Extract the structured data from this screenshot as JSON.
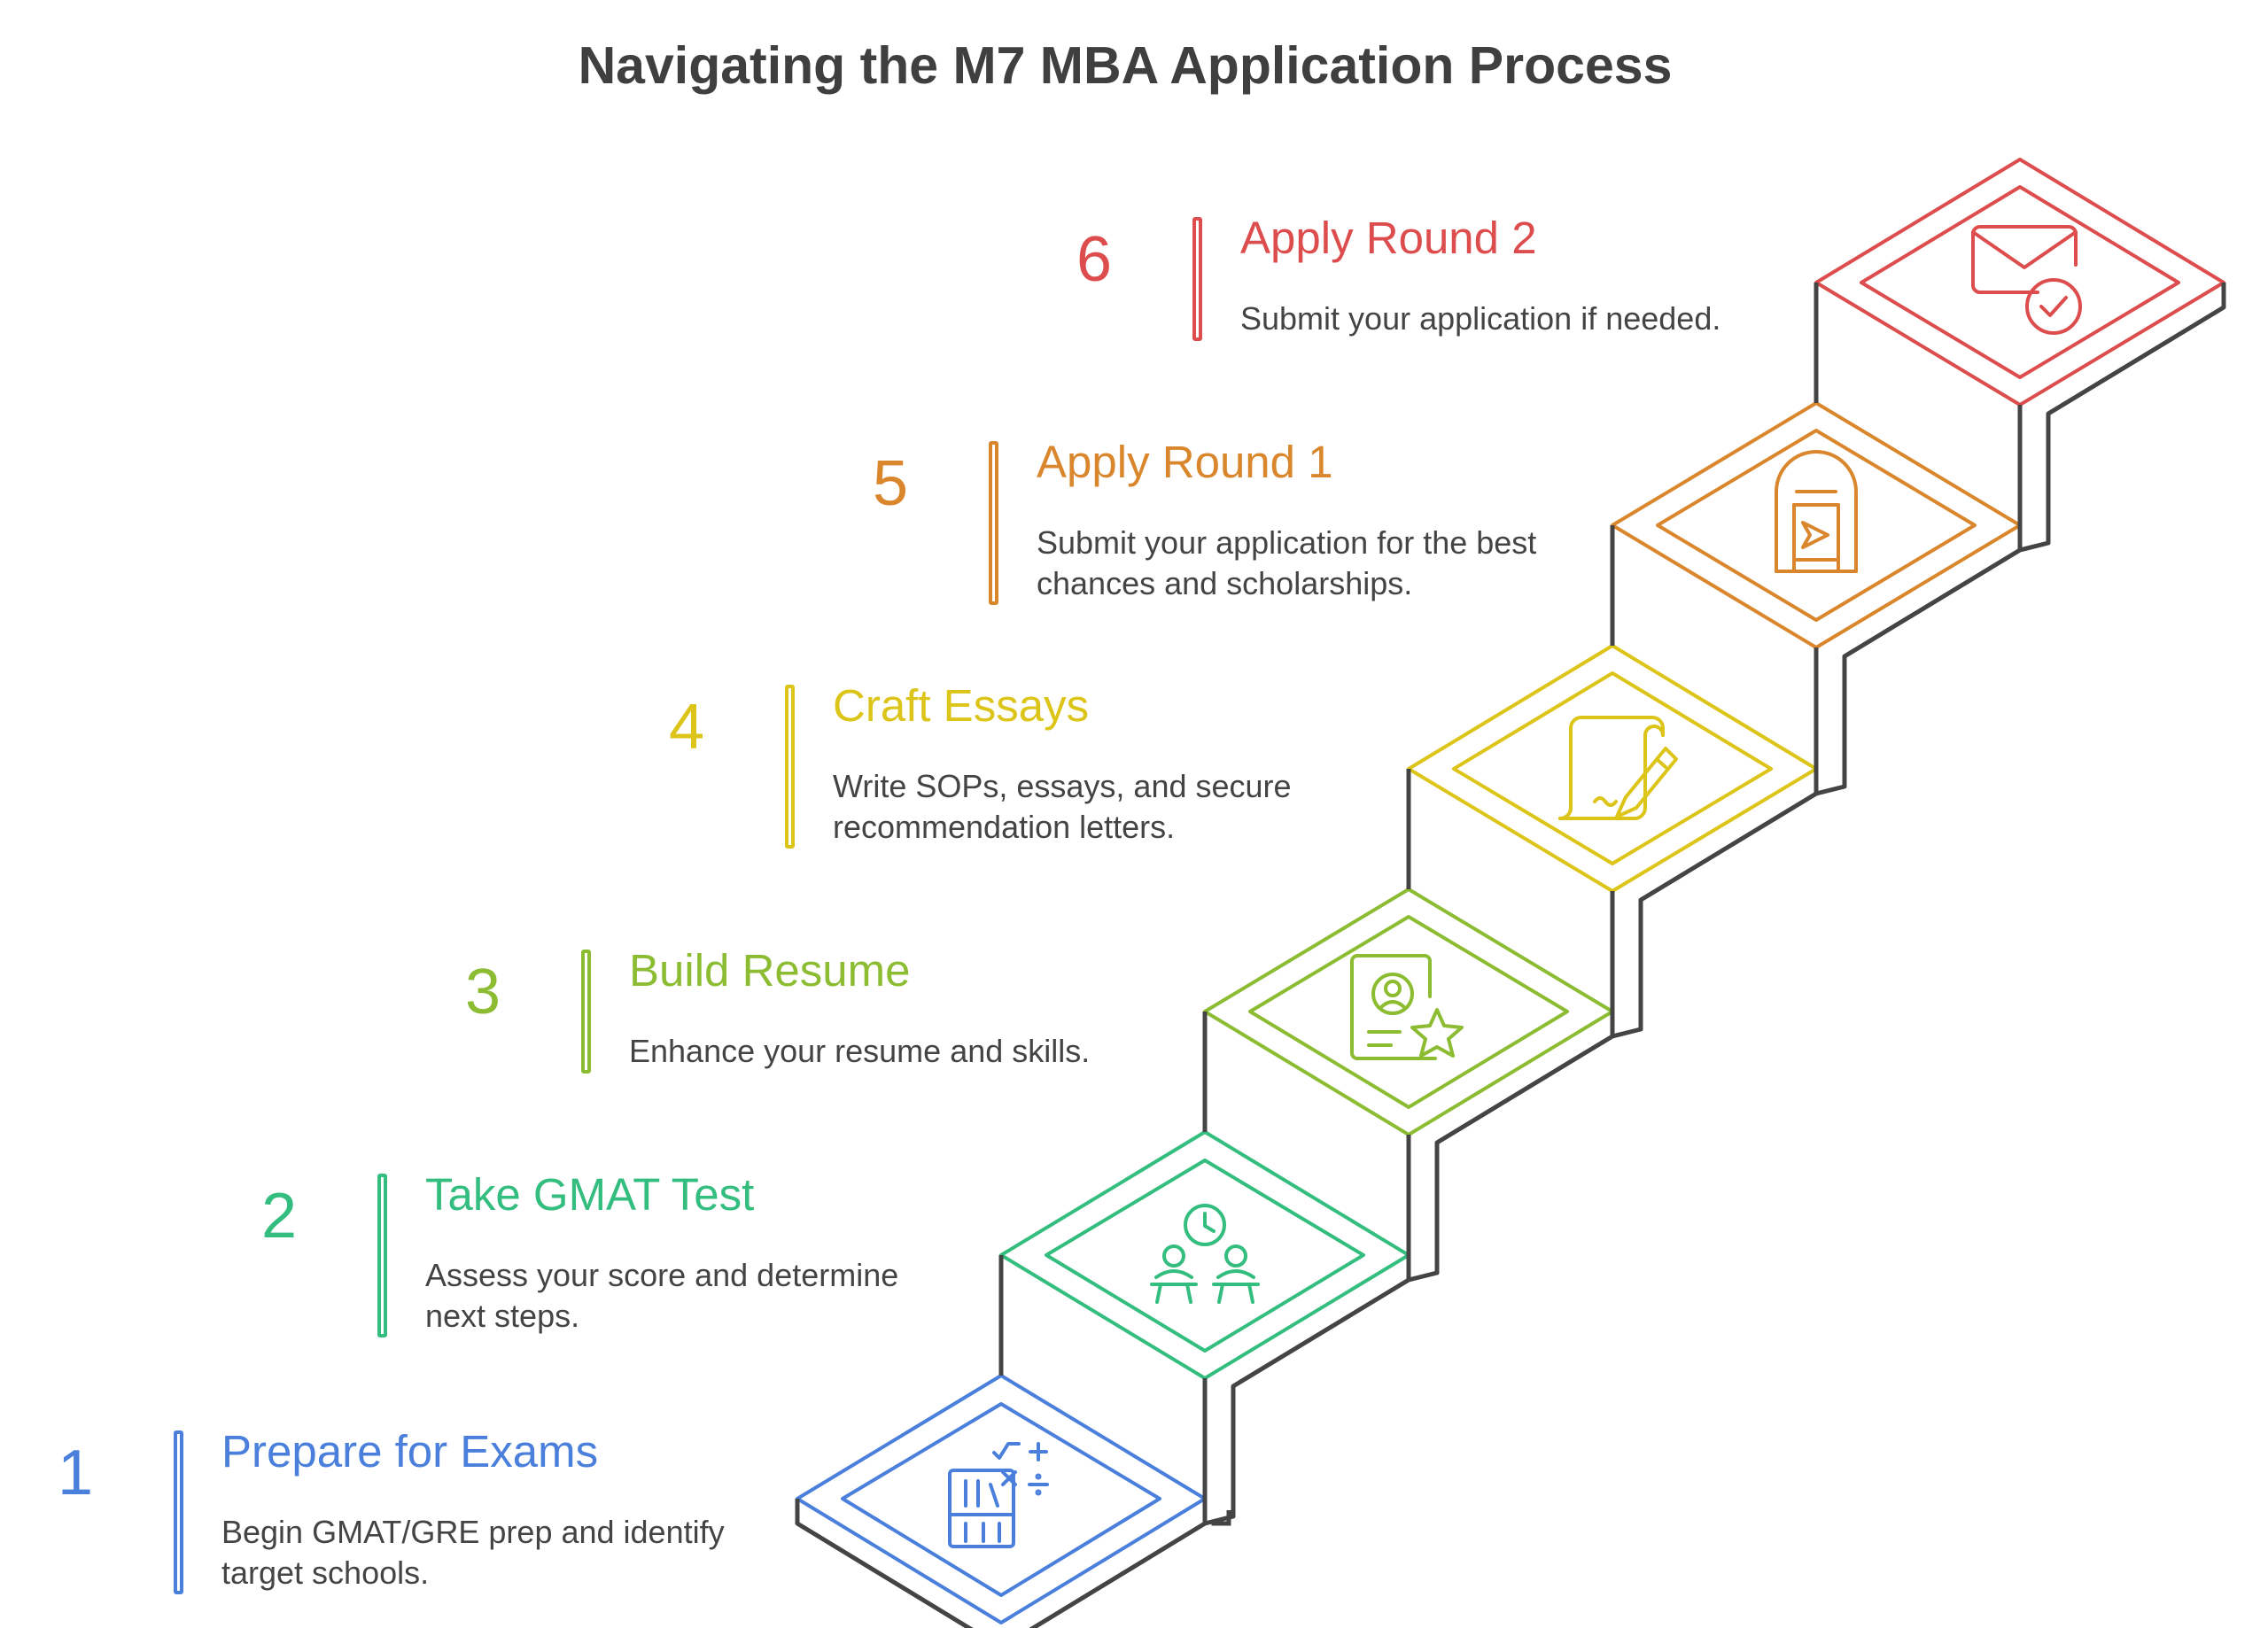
{
  "title": "Navigating the M7 MBA Application Process",
  "steps": [
    {
      "number": "1",
      "title": "Prepare for Exams",
      "description": "Begin GMAT/GRE prep and identify target schools.",
      "color": "#4a7fdc",
      "icon": "books-math-icon"
    },
    {
      "number": "2",
      "title": "Take GMAT Test",
      "description": "Assess your score and determine next steps.",
      "color": "#33bd7e",
      "icon": "exam-clock-icon"
    },
    {
      "number": "3",
      "title": "Build Resume",
      "description": "Enhance your resume and skills.",
      "color": "#8cbc32",
      "icon": "resume-star-icon"
    },
    {
      "number": "4",
      "title": "Craft Essays",
      "description": "Write SOPs, essays, and secure recommendation letters.",
      "color": "#dcc418",
      "icon": "essay-pen-icon"
    },
    {
      "number": "5",
      "title": "Apply Round 1",
      "description": "Submit your application for the best chances and scholarships.",
      "color": "#d9862c",
      "icon": "mailbox-icon"
    },
    {
      "number": "6",
      "title": "Apply Round 2",
      "description": "Submit your application if needed.",
      "color": "#dd4d4d",
      "icon": "mail-check-icon"
    }
  ],
  "colors": {
    "title": "#3f3f3f",
    "stair_shadow": "#444444",
    "description": "#444444"
  }
}
